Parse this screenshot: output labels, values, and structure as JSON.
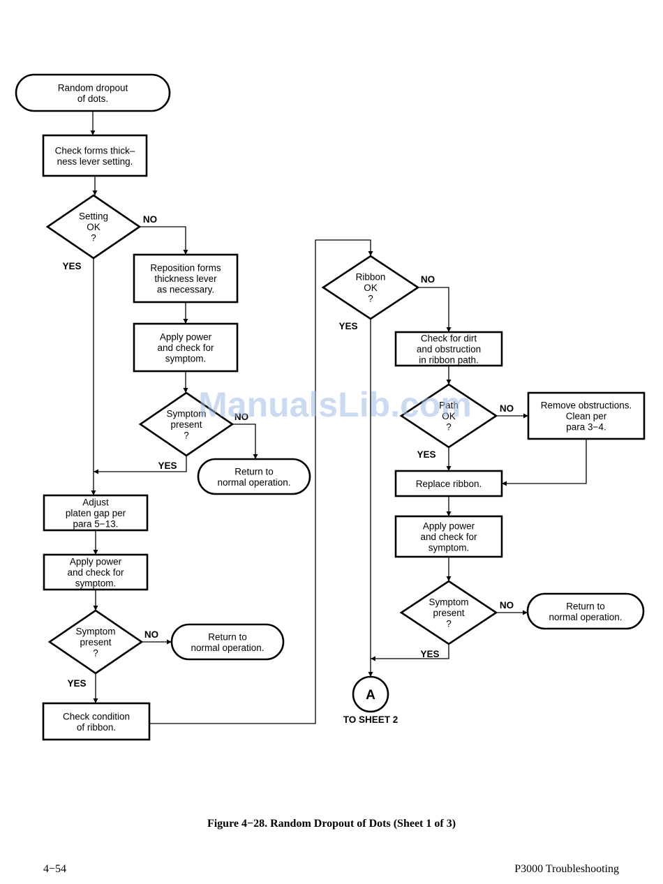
{
  "flowchart": {
    "nodes": [
      {
        "id": "start",
        "shape": "terminal",
        "lines": [
          "Random dropout",
          "of dots."
        ]
      },
      {
        "id": "check_forms",
        "shape": "process",
        "lines": [
          "Check forms thick–",
          "ness lever setting."
        ]
      },
      {
        "id": "setting_ok",
        "shape": "decision",
        "lines": [
          "Setting",
          "OK",
          "?"
        ]
      },
      {
        "id": "reposition",
        "shape": "process",
        "lines": [
          "Reposition forms",
          "thickness lever",
          "as necessary."
        ]
      },
      {
        "id": "apply_power_1",
        "shape": "process",
        "lines": [
          "Apply power",
          "and check for",
          "symptom."
        ]
      },
      {
        "id": "symptom_1",
        "shape": "decision",
        "lines": [
          "Symptom",
          "present",
          "?"
        ]
      },
      {
        "id": "return_1",
        "shape": "terminal",
        "lines": [
          "Return to",
          "normal operation."
        ]
      },
      {
        "id": "adjust_platen",
        "shape": "process",
        "lines": [
          "Adjust",
          "platen gap per",
          "para 5−13."
        ]
      },
      {
        "id": "apply_power_2",
        "shape": "process",
        "lines": [
          "Apply power",
          "and check for",
          "symptom."
        ]
      },
      {
        "id": "symptom_2",
        "shape": "decision",
        "lines": [
          "Symptom",
          "present",
          "?"
        ]
      },
      {
        "id": "return_2",
        "shape": "terminal",
        "lines": [
          "Return to",
          "normal operation."
        ]
      },
      {
        "id": "check_ribbon",
        "shape": "process",
        "lines": [
          "Check condition",
          "of ribbon."
        ]
      },
      {
        "id": "ribbon_ok",
        "shape": "decision",
        "lines": [
          "Ribbon",
          "OK",
          "?"
        ]
      },
      {
        "id": "check_dirt",
        "shape": "process",
        "lines": [
          "Check for dirt",
          "and obstruction",
          "in ribbon path."
        ]
      },
      {
        "id": "path_ok",
        "shape": "decision",
        "lines": [
          "Path",
          "OK",
          "?"
        ]
      },
      {
        "id": "remove_obs",
        "shape": "process",
        "lines": [
          "Remove obstructions.",
          "Clean per",
          "para 3−4."
        ]
      },
      {
        "id": "replace_ribbon",
        "shape": "process",
        "lines": [
          "Replace ribbon."
        ]
      },
      {
        "id": "apply_power_3",
        "shape": "process",
        "lines": [
          "Apply power",
          "and check for",
          "symptom."
        ]
      },
      {
        "id": "symptom_3",
        "shape": "decision",
        "lines": [
          "Symptom",
          "present",
          "?"
        ]
      },
      {
        "id": "return_3",
        "shape": "terminal",
        "lines": [
          "Return to",
          "normal operation."
        ]
      },
      {
        "id": "connector_a",
        "shape": "connector",
        "lines": [
          "A"
        ]
      },
      {
        "id": "to_sheet",
        "shape": "label",
        "lines": [
          "TO SHEET 2"
        ]
      }
    ],
    "edges": [
      {
        "from": "start",
        "to": "check_forms",
        "label": ""
      },
      {
        "from": "check_forms",
        "to": "setting_ok",
        "label": ""
      },
      {
        "from": "setting_ok",
        "to": "reposition",
        "label": "NO"
      },
      {
        "from": "setting_ok",
        "to": "adjust_platen",
        "label": "YES"
      },
      {
        "from": "reposition",
        "to": "apply_power_1",
        "label": ""
      },
      {
        "from": "apply_power_1",
        "to": "symptom_1",
        "label": ""
      },
      {
        "from": "symptom_1",
        "to": "return_1",
        "label": "NO"
      },
      {
        "from": "symptom_1",
        "to": "adjust_platen",
        "label": "YES"
      },
      {
        "from": "adjust_platen",
        "to": "apply_power_2",
        "label": ""
      },
      {
        "from": "apply_power_2",
        "to": "symptom_2",
        "label": ""
      },
      {
        "from": "symptom_2",
        "to": "return_2",
        "label": "NO"
      },
      {
        "from": "symptom_2",
        "to": "check_ribbon",
        "label": "YES"
      },
      {
        "from": "check_ribbon",
        "to": "ribbon_ok",
        "label": ""
      },
      {
        "from": "ribbon_ok",
        "to": "check_dirt",
        "label": "NO"
      },
      {
        "from": "ribbon_ok",
        "to": "connector_a",
        "label": "YES"
      },
      {
        "from": "check_dirt",
        "to": "path_ok",
        "label": ""
      },
      {
        "from": "path_ok",
        "to": "remove_obs",
        "label": "NO"
      },
      {
        "from": "path_ok",
        "to": "replace_ribbon",
        "label": "YES"
      },
      {
        "from": "remove_obs",
        "to": "replace_ribbon",
        "label": ""
      },
      {
        "from": "replace_ribbon",
        "to": "apply_power_3",
        "label": ""
      },
      {
        "from": "apply_power_3",
        "to": "symptom_3",
        "label": ""
      },
      {
        "from": "symptom_3",
        "to": "return_3",
        "label": "NO"
      },
      {
        "from": "symptom_3",
        "to": "connector_a",
        "label": "YES"
      }
    ]
  },
  "watermark": "ManualsLib.com",
  "caption": "Figure 4−28. Random Dropout of Dots (Sheet 1 of 3)",
  "footer": {
    "page_number": "4−54",
    "document_title": "P3000 Troubleshooting"
  }
}
